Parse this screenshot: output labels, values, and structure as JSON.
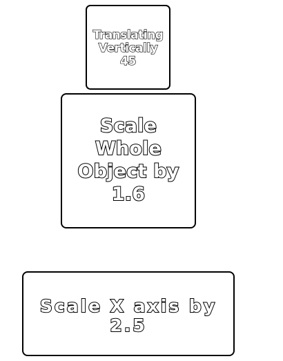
{
  "boxes": [
    {
      "text": "Translating Vertically 45"
    },
    {
      "text": "Scale Whole Object by 1.6"
    },
    {
      "text": "Scale X axis by 2.5"
    }
  ]
}
